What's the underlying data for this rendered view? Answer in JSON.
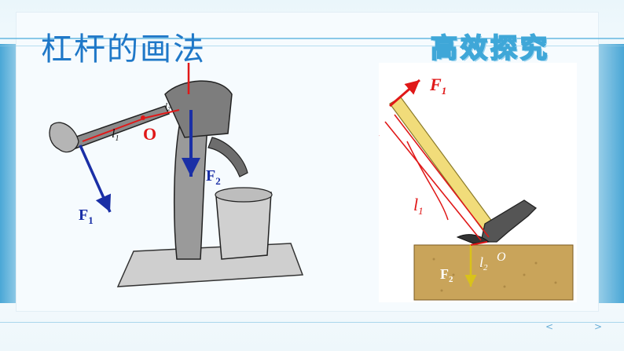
{
  "slide": {
    "title": "杠杆的画法",
    "badge": "高效探究"
  },
  "figure_left": {
    "labels": {
      "f1": "F",
      "f1_sub": "1",
      "f2": "F",
      "f2_sub": "2",
      "l1": "l",
      "l1_sub": "1",
      "l2": "l",
      "l2_sub": "2",
      "pivot": "O"
    },
    "colors": {
      "force": "#1a2fa6",
      "pivot": "#e01818",
      "arm": "#e01818"
    }
  },
  "figure_right": {
    "labels": {
      "f1": "F",
      "f1_sub": "1",
      "f2": "F",
      "f2_sub": "2",
      "l1": "l",
      "l1_sub": "1",
      "l2": "l",
      "l2_sub": "2",
      "pivot": "O"
    },
    "colors": {
      "force": "#e01818",
      "arm": "#e01818",
      "ground": "#c9a45a",
      "handle": "#f1dc7a",
      "f2_arrow": "#d9c21a"
    }
  },
  "nav": {
    "prev": "<",
    "next": ">"
  }
}
